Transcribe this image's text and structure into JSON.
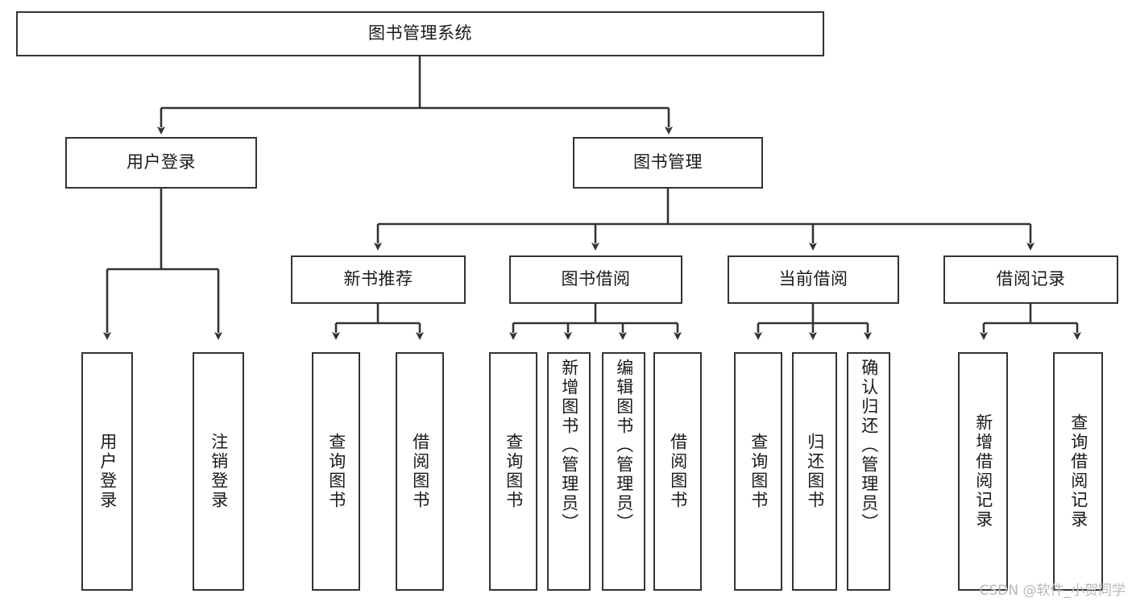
{
  "diagram": {
    "title": "图书管理系统",
    "type": "tree-hierarchy-chart",
    "orientation": "top-down",
    "edge_color": "#333333",
    "box_border_color": "#333333",
    "box_fill_color": "#ffffff",
    "text_color": "#1a1a1a",
    "root": {
      "id": "root",
      "label": "图书管理系统"
    },
    "level1": [
      {
        "id": "user-login",
        "label": "用户登录"
      },
      {
        "id": "book-management",
        "label": "图书管理"
      }
    ],
    "level2": [
      {
        "id": "new-book-recommend",
        "label": "新书推荐",
        "parent": "book-management"
      },
      {
        "id": "book-borrow",
        "label": "图书借阅",
        "parent": "book-management"
      },
      {
        "id": "current-borrow",
        "label": "当前借阅",
        "parent": "book-management"
      },
      {
        "id": "borrow-record",
        "label": "借阅记录",
        "parent": "book-management"
      }
    ],
    "leaves": [
      {
        "id": "leaf-user-login",
        "label": "用户登录",
        "parent": "user-login"
      },
      {
        "id": "leaf-logout-login",
        "label": "注销登录",
        "parent": "user-login"
      },
      {
        "id": "leaf-query-book-1",
        "label": "查询图书",
        "parent": "new-book-recommend"
      },
      {
        "id": "leaf-borrow-book-1",
        "label": "借阅图书",
        "parent": "new-book-recommend"
      },
      {
        "id": "leaf-query-book-2",
        "label": "查询图书",
        "parent": "book-borrow"
      },
      {
        "id": "leaf-add-book",
        "label": "新增图书（管理员）",
        "parent": "book-borrow"
      },
      {
        "id": "leaf-edit-book",
        "label": "编辑图书（管理员）",
        "parent": "book-borrow"
      },
      {
        "id": "leaf-borrow-book-2",
        "label": "借阅图书",
        "parent": "book-borrow"
      },
      {
        "id": "leaf-query-book-3",
        "label": "查询图书",
        "parent": "current-borrow"
      },
      {
        "id": "leaf-return-book",
        "label": "归还图书",
        "parent": "current-borrow"
      },
      {
        "id": "leaf-confirm-return",
        "label": "确认归还（管理员）",
        "parent": "current-borrow"
      },
      {
        "id": "leaf-add-record",
        "label": "新增借阅记录",
        "parent": "borrow-record"
      },
      {
        "id": "leaf-query-record",
        "label": "查询借阅记录",
        "parent": "borrow-record"
      }
    ]
  },
  "watermark": {
    "text": "CSDN @软件_小贺同学"
  }
}
